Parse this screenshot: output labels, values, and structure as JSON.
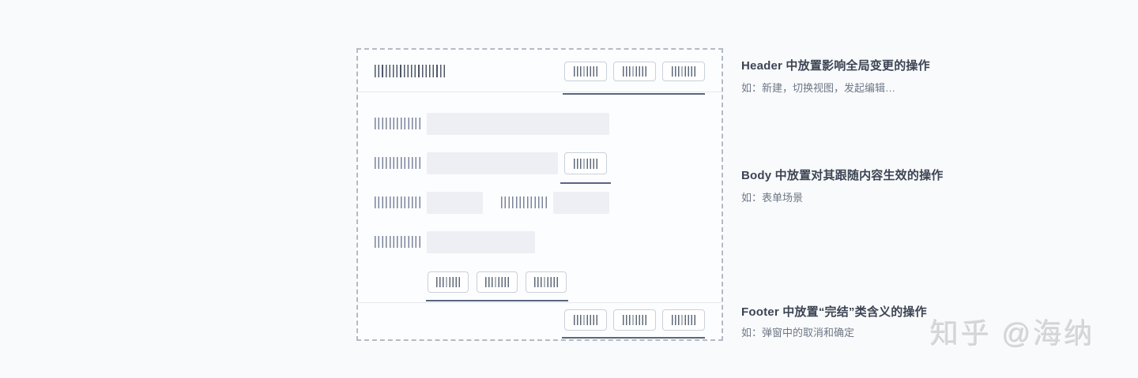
{
  "annotations": [
    {
      "title": "Header 中放置影响全局变更的操作",
      "example": "如：新建，切换视图，发起编辑…"
    },
    {
      "title": "Body 中放置对其跟随内容生效的操作",
      "example": "如：表单场景"
    },
    {
      "title": "Footer 中放置“完结”类含义的操作",
      "example": "如：弹窗中的取消和确定"
    }
  ],
  "watermark": "知乎 @海纳",
  "wireframe": {
    "sections": [
      "header",
      "body",
      "footer"
    ],
    "header": {
      "title_placeholder": "bars",
      "button_count": 3,
      "highlight": "underline under header buttons"
    },
    "body": {
      "form_rows": [
        {
          "label": "bars",
          "fields": [
            "wide-input"
          ]
        },
        {
          "label": "bars",
          "fields": [
            "medium-input",
            "button"
          ],
          "highlight": "underline under row button"
        },
        {
          "label": "bars",
          "fields": [
            "small-input",
            "second-label",
            "small-input"
          ]
        },
        {
          "label": "bars",
          "fields": [
            "medium-input"
          ]
        }
      ],
      "button_count": 3,
      "highlight": "underline under body buttons"
    },
    "footer": {
      "button_count": 3,
      "highlight": "underline under footer buttons"
    }
  },
  "colors": {
    "page_background": "#f9fafb",
    "panel_background": "#fcfdfe",
    "dashed_border": "#b3bac6",
    "placeholder_fill": "#edeff4",
    "bar_slate": "#5d6879",
    "accent_underline": "#5a6680",
    "annotation_title": "#3c4454",
    "annotation_sub": "#6e7887",
    "watermark_gray": "#d4d5d8"
  }
}
